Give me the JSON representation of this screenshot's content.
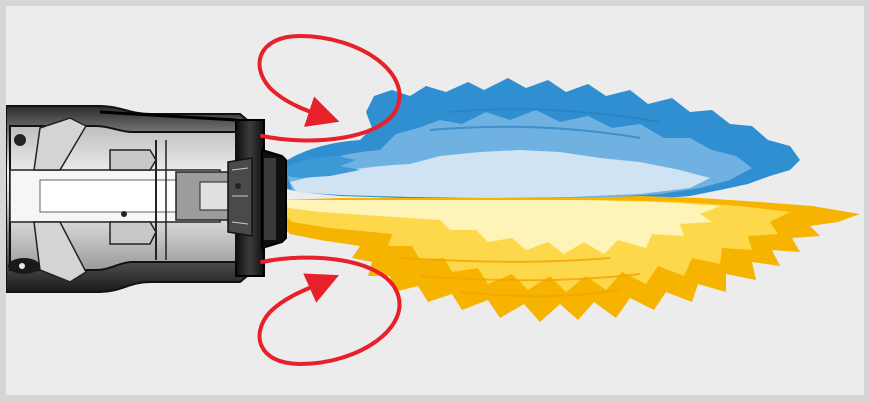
{
  "diagram": {
    "subject": "burner-flame-illustration",
    "elements": [
      "burner-body",
      "burner-internals",
      "nozzle",
      "flame-upper",
      "flame-lower",
      "recirculation-arrow-top",
      "recirculation-arrow-bottom"
    ],
    "colors": {
      "background": "#ececec",
      "frame": "#d6d6d6",
      "burner_dark": "#151515",
      "burner_mid": "#5a5a5a",
      "burner_light": "#d8d8d8",
      "flame_blue_dark": "#2f8fd0",
      "flame_blue_mid": "#6fb2e2",
      "flame_blue_light": "#cfe3f3",
      "flame_yellow_dark": "#f6b400",
      "flame_yellow_mid": "#fdd84a",
      "flame_yellow_light": "#fff4b8",
      "arrow_red": "#e8202a"
    }
  }
}
